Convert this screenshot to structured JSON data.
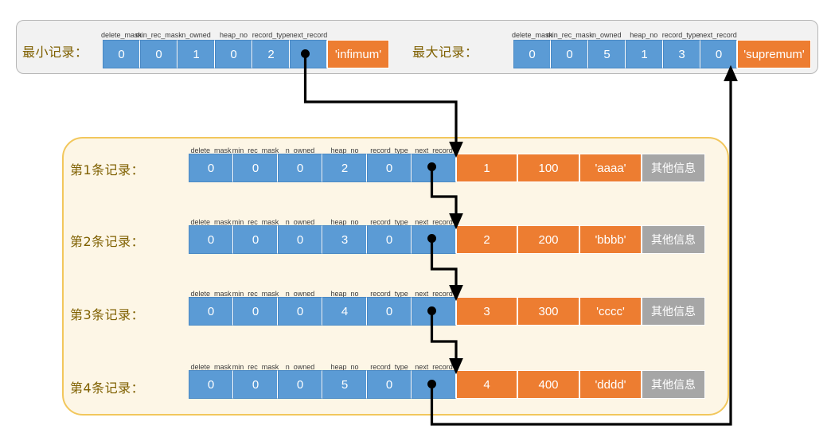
{
  "diagram": {
    "title_top_left": "最小记录：",
    "title_top_right": "最大记录：",
    "column_headers": [
      "delete_mask",
      "min_rec_mask",
      "n_owned",
      "heap_no",
      "record_type",
      "next_record"
    ],
    "other_info_label": "其他信息",
    "colors": {
      "header_blue": "#5b9bd5",
      "data_orange": "#ed7d31",
      "other_gray": "#a6a6a6",
      "panel_cream": "#fdf6e6",
      "panel_cream_border": "#f2c75c",
      "panel_gray": "#f2f2f2",
      "label_gold": "#7f6000",
      "arrow_black": "#000000"
    }
  },
  "infimum": {
    "label": "最小记录：",
    "headers": [
      "delete_mask",
      "min_rec_mask",
      "n_owned",
      "heap_no",
      "record_type",
      "next_record"
    ],
    "values": [
      "0",
      "0",
      "1",
      "0",
      "2",
      ""
    ],
    "next_record_is_pointer": true,
    "name_cell": "'infimum'"
  },
  "supremum": {
    "label": "最大记录：",
    "headers": [
      "delete_mask",
      "min_rec_mask",
      "n_owned",
      "heap_no",
      "record_type",
      "next_record"
    ],
    "values": [
      "0",
      "0",
      "5",
      "1",
      "3",
      "0"
    ],
    "next_record_is_pointer": false,
    "name_cell": "'supremum'"
  },
  "records": [
    {
      "label": "第1条记录：",
      "headers": [
        "delete_mask",
        "min_rec_mask",
        "n_owned",
        "heap_no",
        "record_type",
        "next_record"
      ],
      "header_values": [
        "0",
        "0",
        "0",
        "2",
        "0",
        ""
      ],
      "data_values": [
        "1",
        "100",
        "'aaaa'"
      ],
      "other_info": "其他信息"
    },
    {
      "label": "第2条记录：",
      "headers": [
        "delete_mask",
        "min_rec_mask",
        "n_owned",
        "heap_no",
        "record_type",
        "next_record"
      ],
      "header_values": [
        "0",
        "0",
        "0",
        "3",
        "0",
        ""
      ],
      "data_values": [
        "2",
        "200",
        "'bbbb'"
      ],
      "other_info": "其他信息"
    },
    {
      "label": "第3条记录：",
      "headers": [
        "delete_mask",
        "min_rec_mask",
        "n_owned",
        "heap_no",
        "record_type",
        "next_record"
      ],
      "header_values": [
        "0",
        "0",
        "0",
        "4",
        "0",
        ""
      ],
      "data_values": [
        "3",
        "300",
        "'cccc'"
      ],
      "other_info": "其他信息"
    },
    {
      "label": "第4条记录：",
      "headers": [
        "delete_mask",
        "min_rec_mask",
        "n_owned",
        "heap_no",
        "record_type",
        "next_record"
      ],
      "header_values": [
        "0",
        "0",
        "0",
        "5",
        "0",
        ""
      ],
      "data_values": [
        "4",
        "400",
        "'dddd'"
      ],
      "other_info": "其他信息"
    }
  ]
}
